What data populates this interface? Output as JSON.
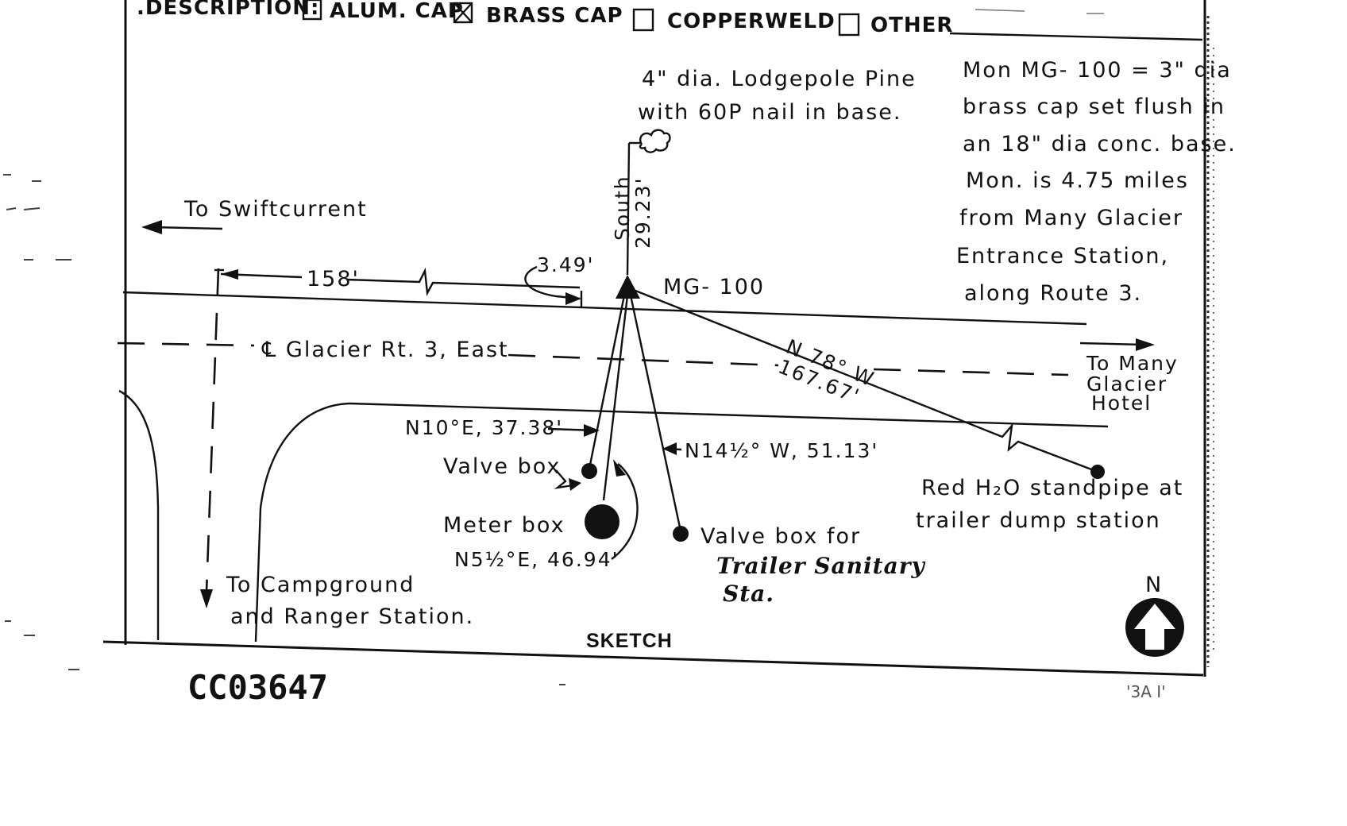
{
  "header": {
    "description_label": ".DESCRIPTION:",
    "options": [
      {
        "label": "ALUM. CAP",
        "checked": false
      },
      {
        "label": "BRASS CAP",
        "checked": true
      },
      {
        "label": "COPPERWELD",
        "checked": false
      },
      {
        "label": "OTHER",
        "checked": false
      }
    ]
  },
  "sketch": {
    "tree_note": [
      "4\" dia. Lodgepole Pine",
      "with 60P nail in base."
    ],
    "tie_south_dir": "South",
    "tie_south_dist": "29.23'",
    "monument_label": "MG- 100",
    "to_swiftcurrent": "To Swiftcurrent",
    "dist_158": "158'",
    "dist_349": "3.49'",
    "centerline_label": "℄ Glacier Rt. 3, East",
    "bearing_n78w": "N 78° W",
    "dist_16767": "167.67'",
    "to_many_glacier": [
      "To Many",
      "Glacier",
      "Hotel"
    ],
    "bearing_n10e": "N10°E, 37.38'",
    "bearing_n14w": "N14½° W, 51.13'",
    "valve_box": "Valve box",
    "meter_box": "Meter box",
    "bearing_n5e": "N5½°E, 46.94'",
    "valve_box_for": "Valve box for",
    "trailer_sanitary": [
      "Trailer Sanitary",
      "Sta."
    ],
    "standpipe": [
      "Red H₂O standpipe at",
      "trailer dump station"
    ],
    "to_campground": [
      "To Campground",
      "and   Ranger Station."
    ],
    "sketch_caption": "SKETCH",
    "north_label": "N"
  },
  "notes": [
    "Mon  MG- 100 = 3\" dia",
    "brass cap set flush in",
    "an 18\" dia  conc. base.",
    "Mon. is  4.75  miles",
    "from  Many  Glacier",
    "Entrance  Station,",
    "along  Route 3."
  ],
  "footer": {
    "stamp_number": "CC03647",
    "corner_fragment": "'3A I'"
  }
}
